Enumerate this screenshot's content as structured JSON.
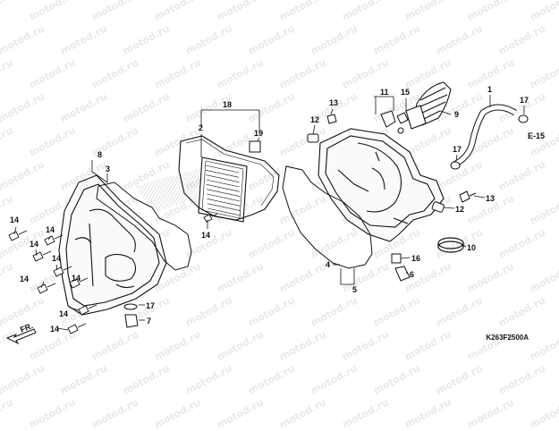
{
  "watermark": "motod.ru",
  "diagram_code": "K263F2500A",
  "reference": "E-15",
  "front_label": "FR.",
  "callouts": [
    {
      "id": "c18",
      "text": "18"
    },
    {
      "id": "c2",
      "text": "2"
    },
    {
      "id": "c19",
      "text": "19"
    },
    {
      "id": "c8",
      "text": "8"
    },
    {
      "id": "c3",
      "text": "3"
    },
    {
      "id": "c14a",
      "text": "14"
    },
    {
      "id": "c14b",
      "text": "14"
    },
    {
      "id": "c14c",
      "text": "14"
    },
    {
      "id": "c14d",
      "text": "14"
    },
    {
      "id": "c14e",
      "text": "14"
    },
    {
      "id": "c14f",
      "text": "14"
    },
    {
      "id": "c14g",
      "text": "14"
    },
    {
      "id": "c14h",
      "text": "14"
    },
    {
      "id": "c14i",
      "text": "14"
    },
    {
      "id": "c17a",
      "text": "17"
    },
    {
      "id": "c7",
      "text": "7"
    },
    {
      "id": "c13a",
      "text": "13"
    },
    {
      "id": "c12a",
      "text": "12"
    },
    {
      "id": "c11",
      "text": "11"
    },
    {
      "id": "c15",
      "text": "15"
    },
    {
      "id": "c9",
      "text": "9"
    },
    {
      "id": "c1",
      "text": "1"
    },
    {
      "id": "c17b",
      "text": "17"
    },
    {
      "id": "c17c",
      "text": "17"
    },
    {
      "id": "c13b",
      "text": "13"
    },
    {
      "id": "c12b",
      "text": "12"
    },
    {
      "id": "c10",
      "text": "10"
    },
    {
      "id": "c16",
      "text": "16"
    },
    {
      "id": "c6",
      "text": "6"
    },
    {
      "id": "c4",
      "text": "4"
    },
    {
      "id": "c5",
      "text": "5"
    }
  ]
}
